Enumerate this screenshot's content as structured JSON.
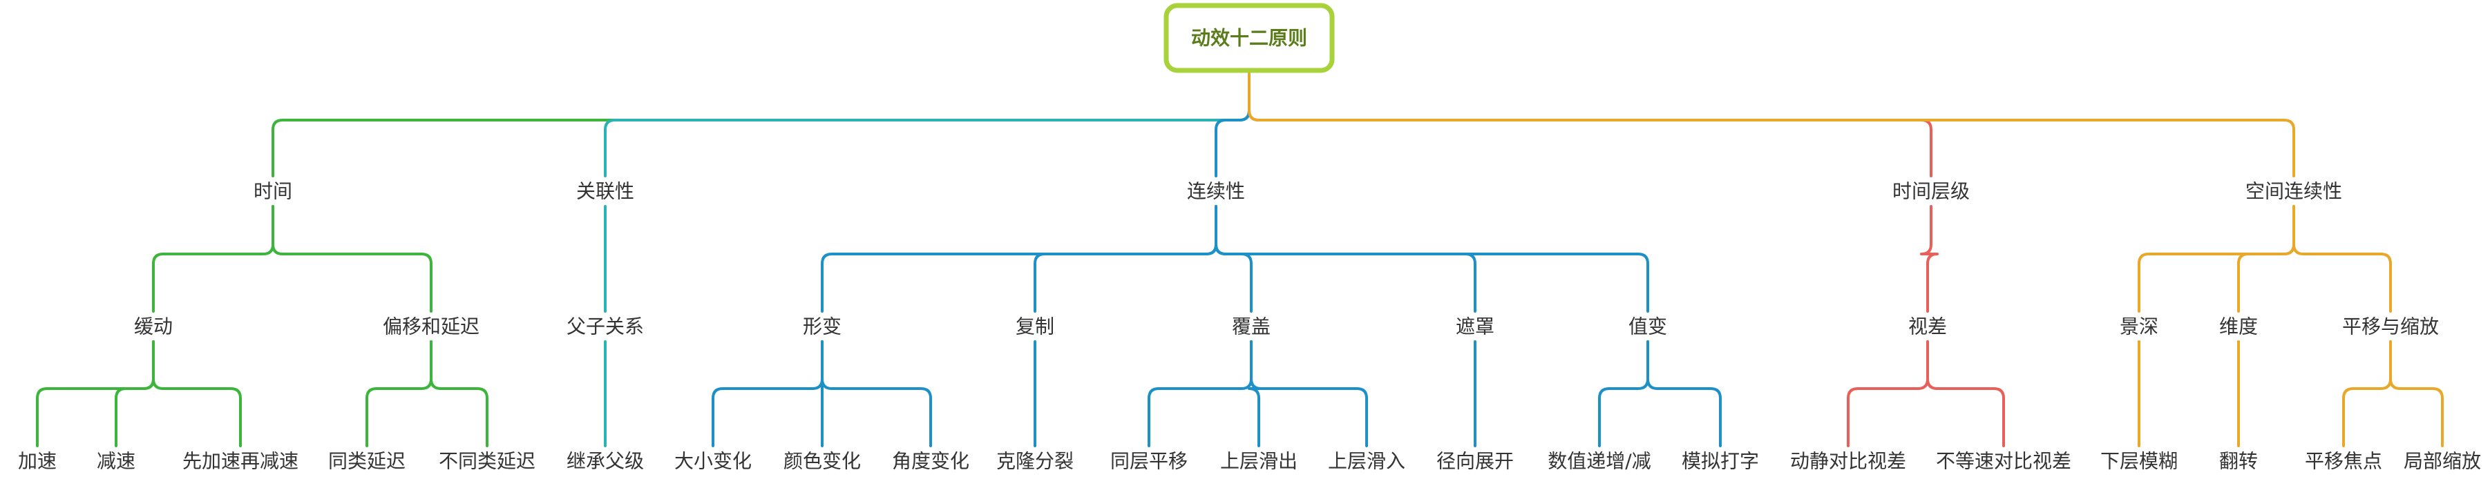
{
  "root": {
    "label": "动效十二原则"
  },
  "branches": [
    {
      "label": "时间",
      "color": "#3db53d",
      "children": [
        {
          "label": "缓动",
          "children": [
            {
              "label": "加速"
            },
            {
              "label": "减速"
            },
            {
              "label": "先加速再减速"
            }
          ]
        },
        {
          "label": "偏移和延迟",
          "children": [
            {
              "label": "同类延迟"
            },
            {
              "label": "不同类延迟"
            }
          ]
        }
      ]
    },
    {
      "label": "关联性",
      "color": "#2bb3b3",
      "children": [
        {
          "label": "父子关系",
          "children": [
            {
              "label": "继承父级"
            }
          ]
        }
      ]
    },
    {
      "label": "连续性",
      "color": "#1e90c8",
      "children": [
        {
          "label": "形变",
          "children": [
            {
              "label": "大小变化"
            },
            {
              "label": "颜色变化"
            },
            {
              "label": "角度变化"
            }
          ]
        },
        {
          "label": "复制",
          "children": [
            {
              "label": "克隆分裂"
            }
          ]
        },
        {
          "label": "覆盖",
          "children": [
            {
              "label": "同层平移"
            },
            {
              "label": "上层滑出"
            },
            {
              "label": "上层滑入"
            }
          ]
        },
        {
          "label": "遮罩",
          "children": [
            {
              "label": "径向展开"
            }
          ]
        },
        {
          "label": "值变",
          "children": [
            {
              "label": "数值递增/减"
            },
            {
              "label": "模拟打字"
            }
          ]
        }
      ]
    },
    {
      "label": "时间层级",
      "color": "#e8605a",
      "children": [
        {
          "label": "视差",
          "children": [
            {
              "label": "动静对比视差"
            },
            {
              "label": "不等速对比视差"
            }
          ]
        }
      ]
    },
    {
      "label": "空间连续性",
      "color": "#e8a82a",
      "children": [
        {
          "label": "景深",
          "children": [
            {
              "label": "下层模糊"
            }
          ]
        },
        {
          "label": "维度",
          "children": [
            {
              "label": "翻转"
            }
          ]
        },
        {
          "label": "平移与缩放",
          "children": [
            {
              "label": "平移焦点"
            },
            {
              "label": "局部缩放"
            }
          ]
        }
      ]
    }
  ],
  "colors": {
    "root_border": "#a8d23a",
    "root_text": "#5a7d1a",
    "root_trunk": "#e8a82a"
  }
}
